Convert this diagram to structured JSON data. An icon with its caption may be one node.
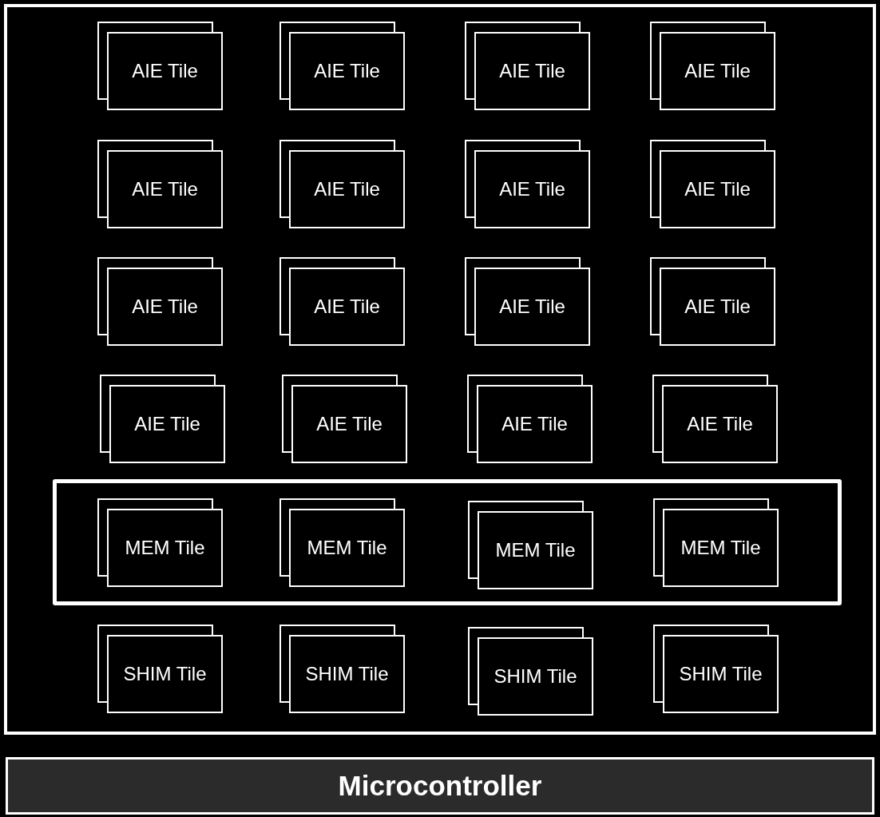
{
  "diagram": {
    "nodes": [
      {
        "text": [],
        "shape": "box"
      },
      {
        "text": [
          "AIE Tile"
        ],
        "in": 0
      },
      {
        "text": [
          "AIE Tile"
        ],
        "in": 0
      },
      {
        "text": [
          "AIE Tile"
        ],
        "in": 0
      },
      {
        "text": [
          "AIE Tile"
        ],
        "in": 0
      },
      {
        "text": [
          "AIE Tile"
        ],
        "in": 0
      },
      {
        "text": [
          "AIE Tile"
        ],
        "in": 0
      },
      {
        "text": [
          "AIE Tile"
        ],
        "in": 0
      },
      {
        "text": [
          "AIE Tile"
        ],
        "in": 0
      },
      {
        "text": [
          "AIE Tile"
        ],
        "in": 0
      },
      {
        "text": [
          "AIE Tile"
        ],
        "in": 0
      },
      {
        "text": [
          "AIE Tile"
        ],
        "in": 0
      },
      {
        "text": [
          "AIE Tile"
        ],
        "in": 0
      },
      {
        "text": [
          "AIE Tile"
        ],
        "in": 0
      },
      {
        "text": [
          "AIE Tile"
        ],
        "in": 0
      },
      {
        "text": [
          "AIE Tile"
        ],
        "in": 0
      },
      {
        "text": [
          "AIE Tile"
        ],
        "in": 0
      },
      {
        "text": [],
        "shape": "box",
        "in": 0
      },
      {
        "text": [
          "MEM Tile"
        ],
        "in": 17
      },
      {
        "text": [
          "MEM Tile"
        ],
        "in": 17
      },
      {
        "text": [
          "MEM Tile"
        ],
        "in": 17
      },
      {
        "text": [
          "MEM Tile"
        ],
        "in": 17
      },
      {
        "text": [
          "SHIM Tile"
        ],
        "in": 0
      },
      {
        "text": [
          "SHIM Tile"
        ],
        "in": 0
      },
      {
        "text": [
          "SHIM Tile"
        ],
        "in": 0
      },
      {
        "text": [
          "SHIM Tile"
        ],
        "in": 0
      },
      {
        "text": [
          "Microcontroller"
        ]
      }
    ],
    "edges": []
  }
}
